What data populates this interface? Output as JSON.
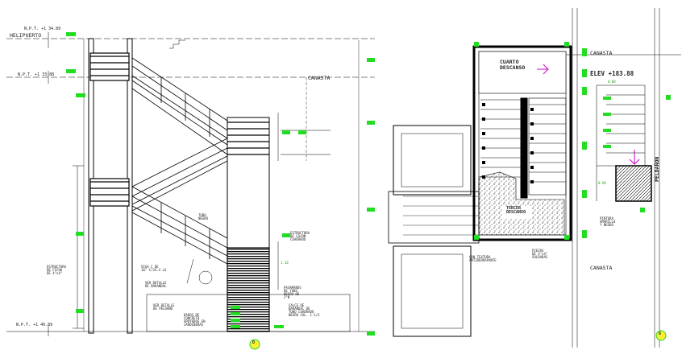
{
  "colors": {
    "line": "#000000",
    "dim_line": "#444444",
    "marker_green": "#22dd22",
    "accent_magenta": "#cc00cc",
    "axis_bubble": "#ffee33",
    "background": "#ffffff"
  },
  "levels": {
    "heliport": "N.P.T. +1 34.89",
    "heliport_name": "HELIPUERTO",
    "mid": "N.P.T. +1 33.88",
    "bottom": "N.P.T. +1 40.89"
  },
  "elevation_labels": {
    "canasta": "CANASTA",
    "tubo_negro": "TUBO\nNEGRO",
    "estructura_cajon": "ESTRUCTURA\nDE CAJON\nCUADRADO",
    "dim_110": "1.10",
    "estructura_ficha": "ESTRUCTURA\nDE FICHA\nDE 4\"x4\"",
    "viga_c": "VIGA C DE\n10\" C/24.4 LG",
    "ver_detalle_barandal": "VER DETALLE\nDE BARANDAL",
    "ver_detalle_peldano": "VER DETALLE\nDE PELDAÑO",
    "dados_concreto": "DADOS DE\nCONCRETO\nAPOYADOS EN\nJARDINERAS",
    "pasamanos": "PASAMANOS\nDE TUBO\nNEGRO DE\n2\"Ø",
    "barandal_cuadrado": "CALCE DE\nBARANDAL DE\nTUBO CUADRADO\nNEGRO CAL. 1-1/2",
    "axis_d": "D"
  },
  "plan_labels": {
    "canasta_top": "CANASTA",
    "cuarto_descanso": "CUARTO\nDESCANSO",
    "elev": "ELEV +183.88",
    "dim_080": "0.80",
    "dim_090": "0.90",
    "tercer_descanso": "TERCER\nDESCANSO",
    "con_textura": "CON TEXTURA\nANTIDERRAPANTE",
    "piezas": "PIEZAS\nDE 4\"x4\"\nSOLDADAS",
    "pintura": "PINTURA\nAMARILLO\nY NEGRO",
    "peldanon": "PELDAÑON",
    "canasta_bottom": "CANASTA",
    "axis_6": "6"
  }
}
